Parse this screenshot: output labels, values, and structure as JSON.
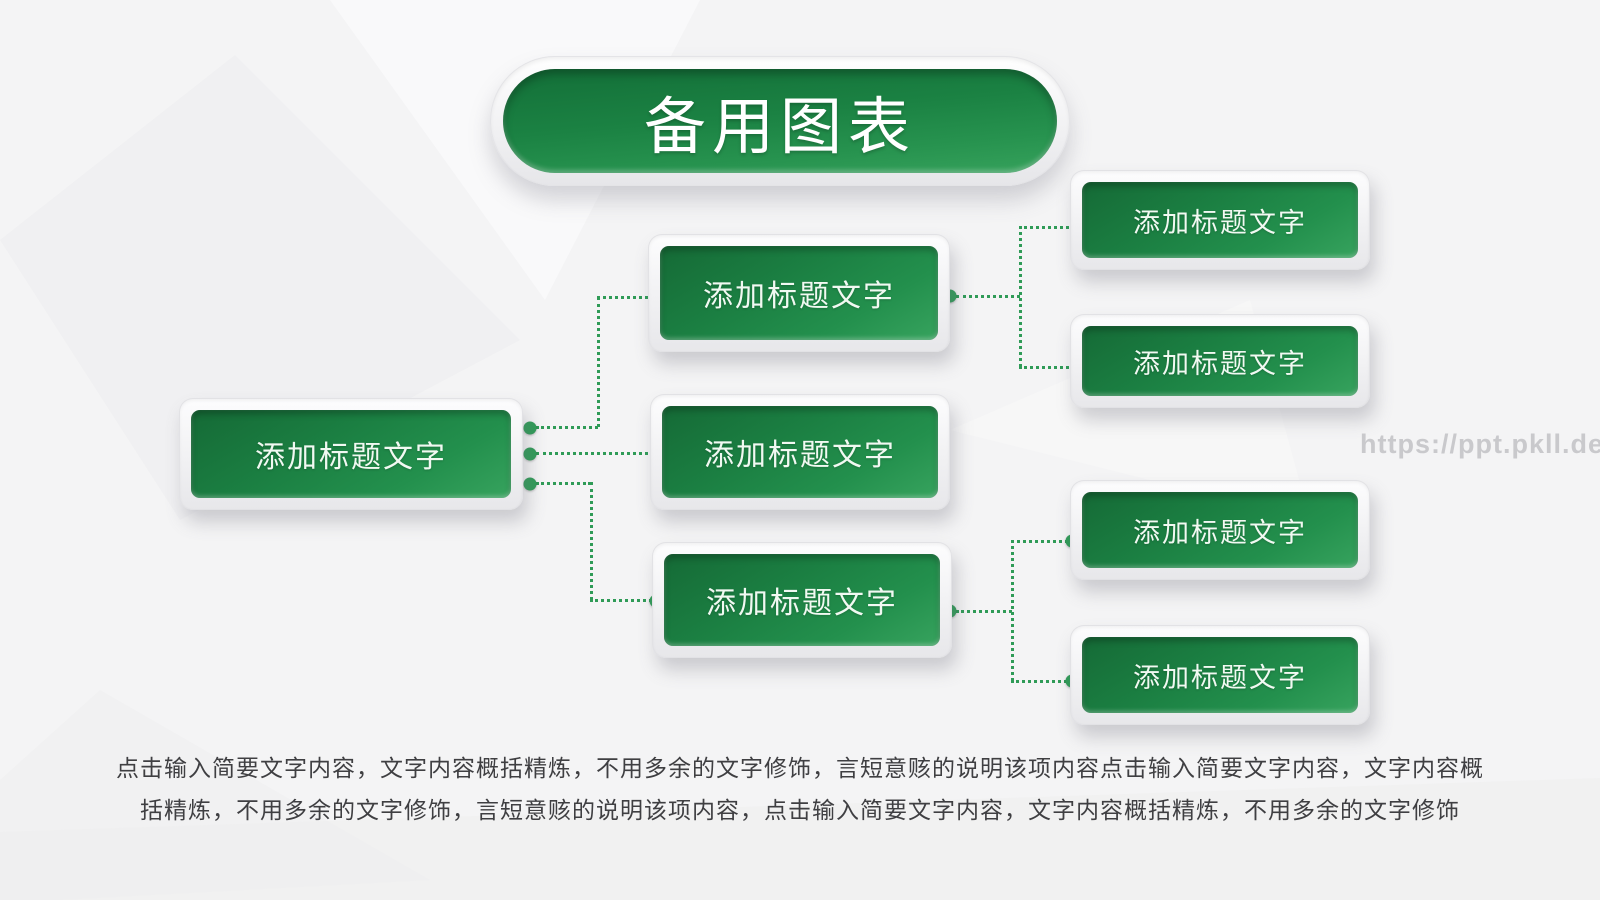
{
  "slide": {
    "title": "备用图表",
    "watermark": "https://ppt.pkll.de"
  },
  "nodes": {
    "root": {
      "label": "添加标题文字"
    },
    "branches": [
      {
        "label": "添加标题文字"
      },
      {
        "label": "添加标题文字"
      },
      {
        "label": "添加标题文字"
      }
    ],
    "leaves": [
      {
        "label": "添加标题文字"
      },
      {
        "label": "添加标题文字"
      },
      {
        "label": "添加标题文字"
      },
      {
        "label": "添加标题文字"
      }
    ]
  },
  "structure": {
    "edges": [
      {
        "from": "root",
        "to": "branch-1"
      },
      {
        "from": "root",
        "to": "branch-2"
      },
      {
        "from": "root",
        "to": "branch-3"
      },
      {
        "from": "branch-1",
        "to": "leaf-1"
      },
      {
        "from": "branch-1",
        "to": "leaf-2"
      },
      {
        "from": "branch-3",
        "to": "leaf-3"
      },
      {
        "from": "branch-3",
        "to": "leaf-4"
      }
    ]
  },
  "description": {
    "lines": [
      "点击输入简要文字内容，文字内容概括精炼，不用多余的文字修饰，言短意赅的说明该项内容点击输入简要文字内容，文字内容概",
      "括精炼，不用多余的文字修饰，言短意赅的说明该项内容，点击输入简要文字内容，文字内容概括精炼，不用多余的文字修饰"
    ]
  },
  "colors": {
    "accent_green": "#1d8a46",
    "connector_green": "#2f9b57",
    "watermark_gray": "#c9c9cc",
    "body_text": "#3f3f42",
    "background": "#f4f4f5"
  }
}
